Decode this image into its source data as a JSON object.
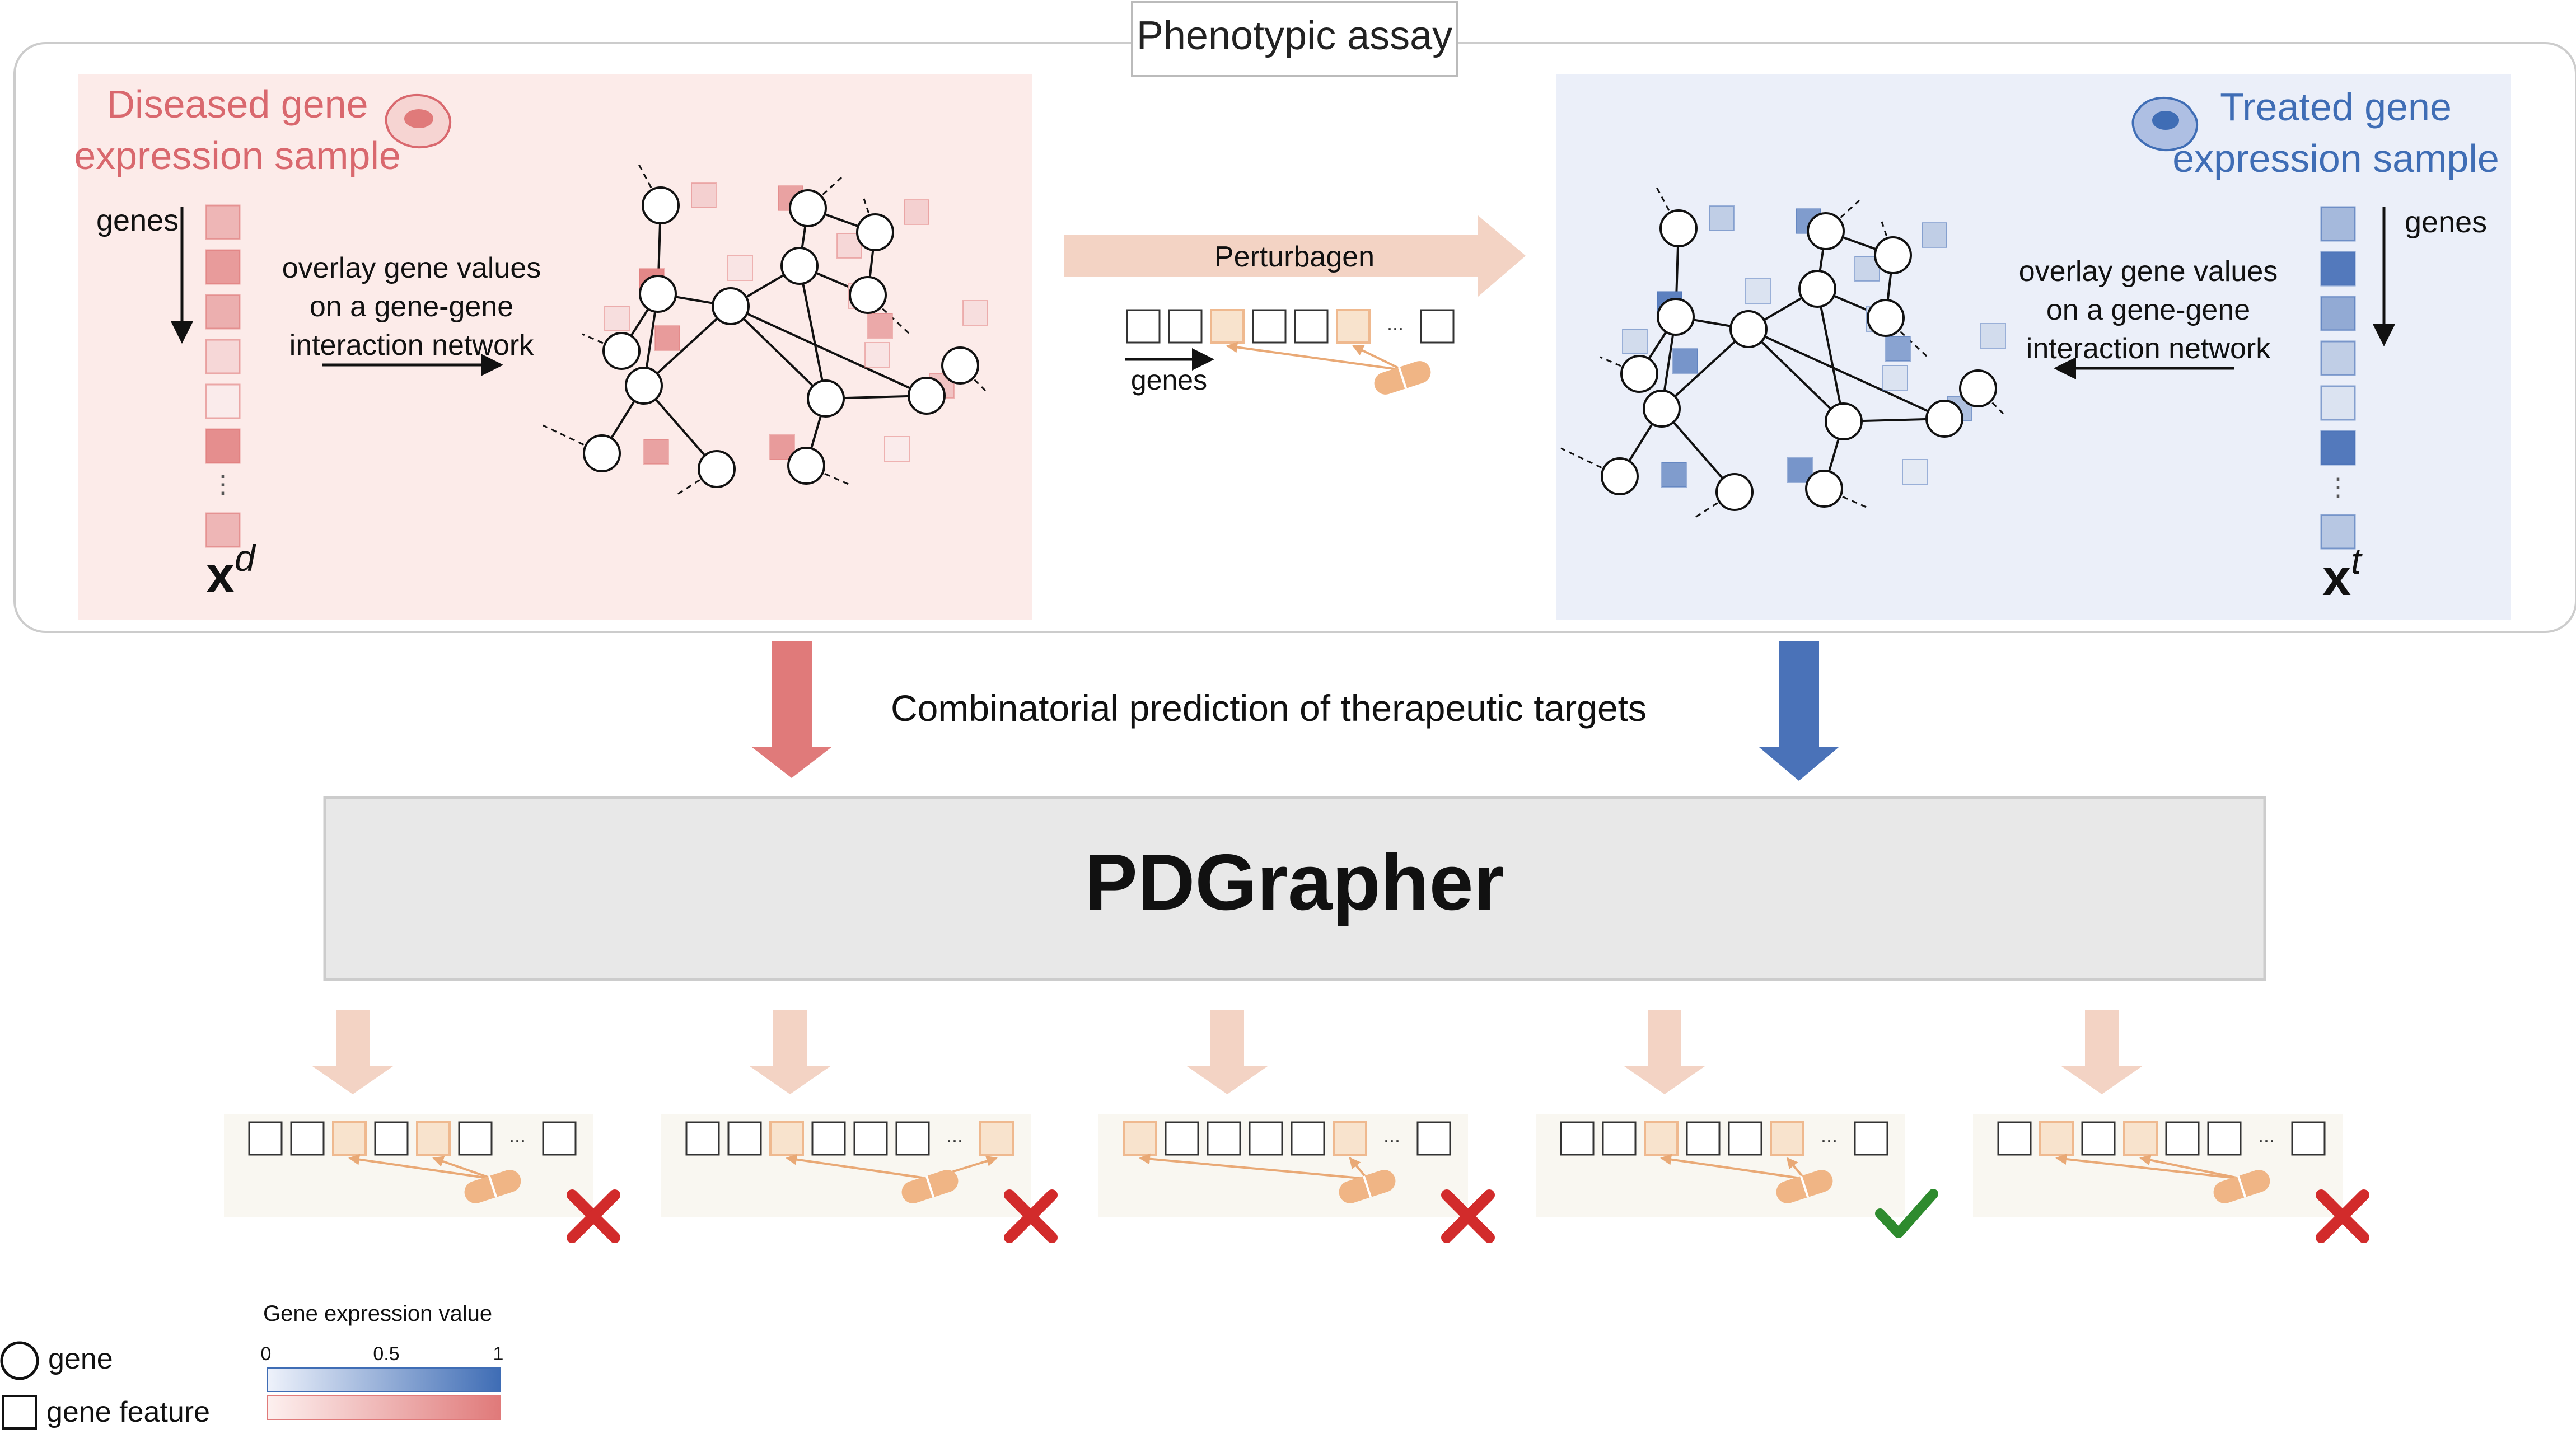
{
  "assay": {
    "title": "Phenotypic assay"
  },
  "diseased": {
    "title_line1": "Diseased gene",
    "title_line2": "expression sample",
    "genes_label": "genes",
    "overlay_line1": "overlay gene values",
    "overlay_line2": "on a gene-gene",
    "overlay_line3": "interaction network",
    "vector_symbol": "x",
    "vector_superscript": "d",
    "ellipsis": "⋮",
    "gene_values": [
      0.55,
      0.75,
      0.6,
      0.3,
      0.15,
      0.85,
      0.55
    ]
  },
  "treated": {
    "title_line1": "Treated gene",
    "title_line2": "expression sample",
    "genes_label": "genes",
    "overlay_line1": "overlay gene values",
    "overlay_line2": "on a gene-gene",
    "overlay_line3": "interaction network",
    "vector_symbol": "x",
    "vector_superscript": "t",
    "ellipsis": "⋮",
    "gene_values": [
      0.5,
      0.95,
      0.6,
      0.35,
      0.2,
      0.95,
      0.4
    ]
  },
  "perturbagen": {
    "label": "Perturbagen",
    "genes_label": "genes",
    "ellipsis": "...",
    "feature_slots": [
      "empty",
      "empty",
      "target",
      "empty",
      "empty",
      "target",
      "ellipsis",
      "empty"
    ]
  },
  "prediction": {
    "label": "Combinatorial prediction of therapeutic targets"
  },
  "model": {
    "name": "PDGrapher"
  },
  "candidates": [
    {
      "slots": [
        "empty",
        "empty",
        "target",
        "empty",
        "target",
        "empty",
        "ellipsis",
        "empty"
      ],
      "result": "incorrect"
    },
    {
      "slots": [
        "empty",
        "empty",
        "target",
        "empty",
        "empty",
        "empty",
        "ellipsis",
        "target"
      ],
      "result": "incorrect"
    },
    {
      "slots": [
        "target",
        "empty",
        "empty",
        "empty",
        "empty",
        "target",
        "ellipsis",
        "empty"
      ],
      "result": "incorrect"
    },
    {
      "slots": [
        "empty",
        "empty",
        "target",
        "empty",
        "empty",
        "target",
        "ellipsis",
        "empty"
      ],
      "result": "correct"
    },
    {
      "slots": [
        "empty",
        "target",
        "empty",
        "target",
        "empty",
        "empty",
        "ellipsis",
        "empty"
      ],
      "result": "incorrect"
    }
  ],
  "legend": {
    "gene": "gene",
    "gene_feature": "gene feature",
    "scale_title": "Gene expression value",
    "tick_0": "0",
    "tick_05": "0.5",
    "tick_1": "1"
  },
  "colors": {
    "diseased_panel": "#fcebe9",
    "treated_panel": "#ebeff9",
    "diseased_accent": "#e07a7a",
    "treated_accent": "#4a72b8",
    "diseased_text": "#d9686e",
    "treated_text": "#3f6db5",
    "perturbagen_fill": "#f5e1d3",
    "target_fill": "#f8e3cd",
    "target_stroke": "#efb98f",
    "pill": "#f0b585",
    "cross": "#d22b2b",
    "check": "#2e8b2e",
    "model_box": "#e8e8e8"
  }
}
